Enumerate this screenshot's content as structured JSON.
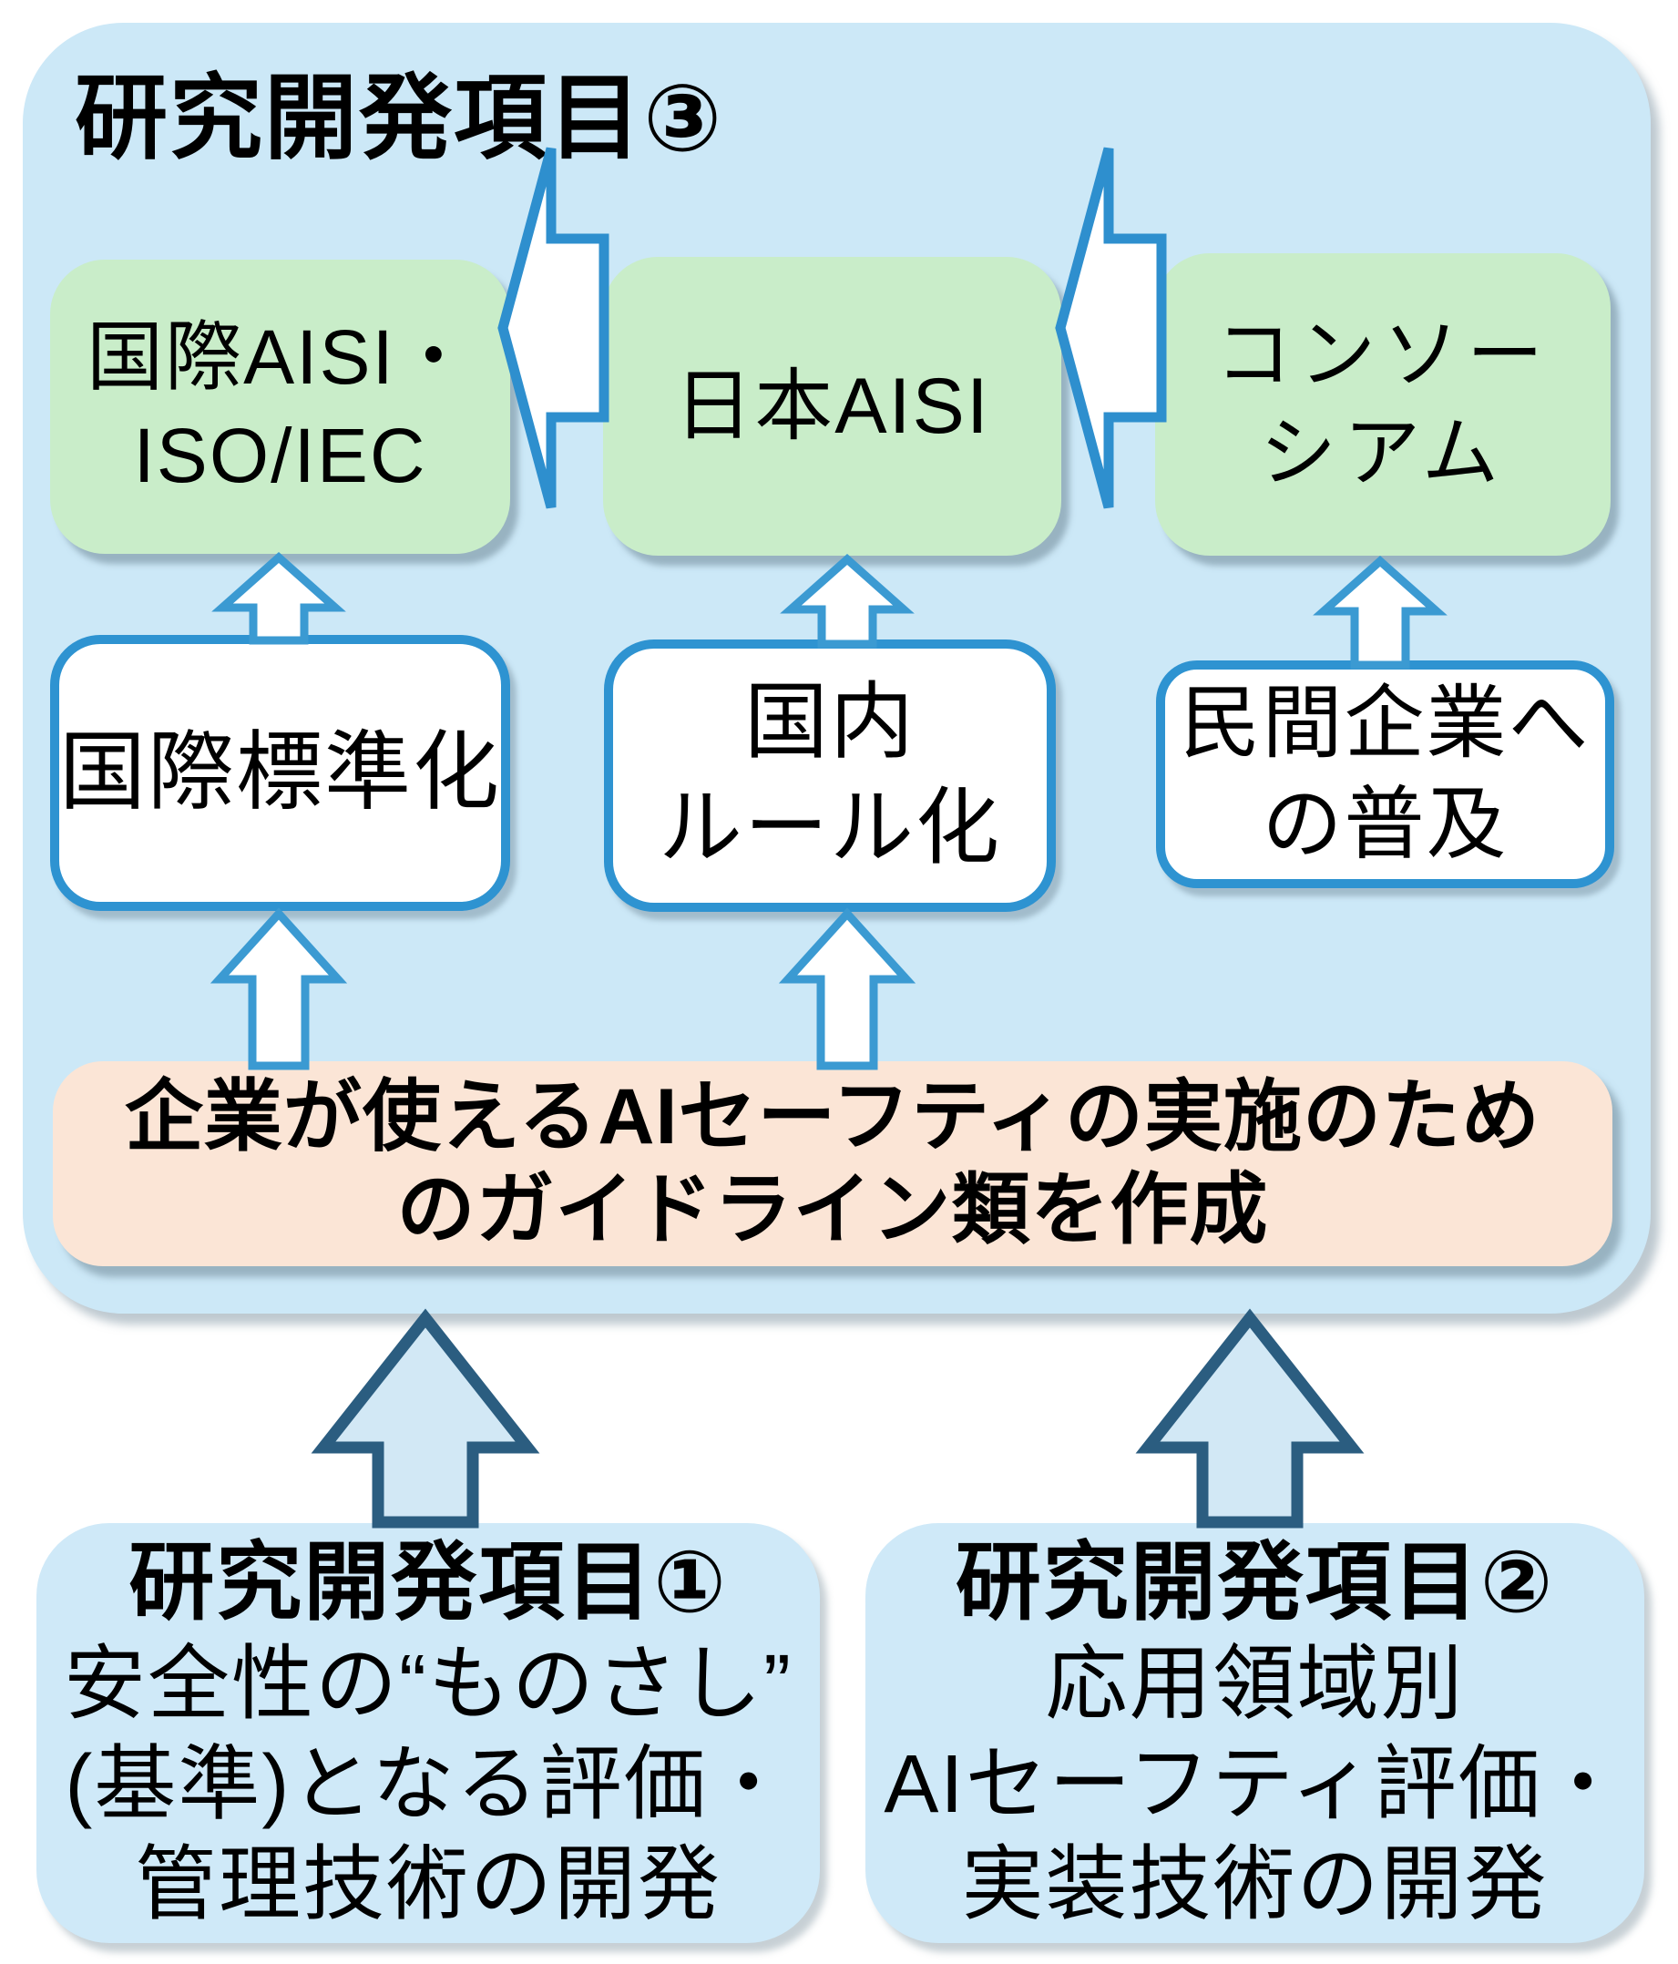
{
  "title": "研究開発項目③",
  "top_row": [
    {
      "lines": [
        "国際AISI・",
        "ISO/IEC"
      ]
    },
    {
      "lines": [
        "日本AISI"
      ]
    },
    {
      "lines": [
        "コンソー",
        "シアム"
      ]
    }
  ],
  "mid_row": [
    {
      "lines": [
        "国際標準化"
      ]
    },
    {
      "lines": [
        "国内",
        "ルール化"
      ]
    },
    {
      "lines": [
        "民間企業へ",
        "の普及"
      ]
    }
  ],
  "guideline_box": {
    "lines": [
      "企業が使えるAIセーフティの実施のため",
      "のガイドライン類を作成"
    ]
  },
  "bottom_boxes": [
    {
      "heading": "研究開発項目①",
      "lines": [
        "安全性の“ものさし”",
        "(基準)となる評価・",
        "管理技術の開発"
      ]
    },
    {
      "heading": "研究開発項目②",
      "lines": [
        "応用領域別",
        "AIセーフティ評価・",
        "実装技術の開発"
      ]
    }
  ],
  "icons": {
    "left_arrow": "block-arrow-left",
    "up_arrow": "block-arrow-up",
    "big_up_arrow": "big-block-arrow-up"
  },
  "colors": {
    "container_fill": "#cce8f7",
    "green_fill": "#c9edc9",
    "peach_fill": "#fbe5d6",
    "bottom_fill": "#cfe9f8",
    "white_box_border": "#2e93d1",
    "arrow_stroke": "#2e8fce",
    "big_arrow_fill": "#d2e8f5",
    "big_arrow_stroke": "#2b5d80",
    "text": "#000000"
  }
}
